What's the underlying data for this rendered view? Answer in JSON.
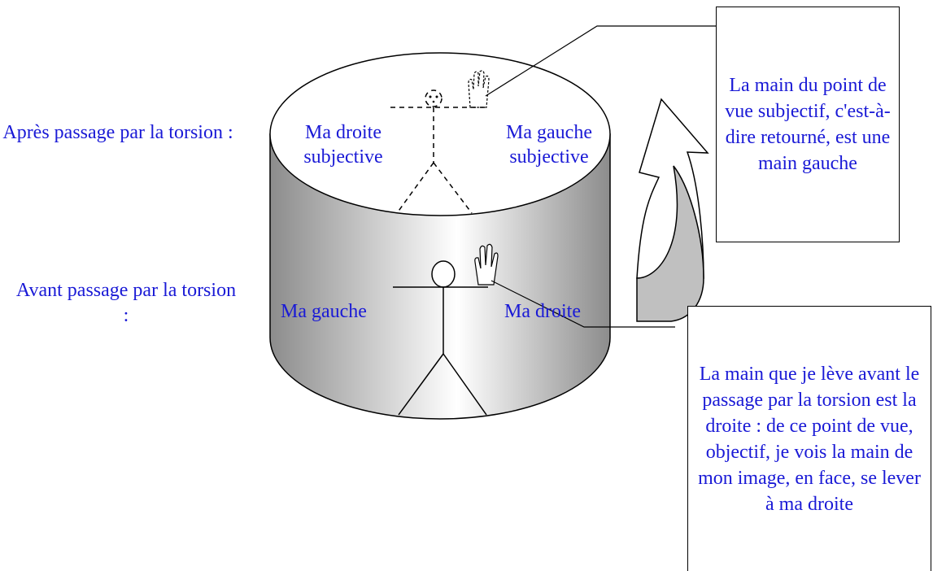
{
  "left_labels": {
    "after": "Après passage par la torsion :",
    "before": "Avant passage par la torsion :"
  },
  "top_face": {
    "right_subjective": "Ma droite subjective",
    "left_subjective": "Ma gauche subjective"
  },
  "side_face": {
    "left": "Ma gauche",
    "right": "Ma droite"
  },
  "callouts": {
    "subjective_hand": "La main du point de vue subjectif, c'est-à-dire retourné, est une main gauche",
    "raised_hand": "La main que je lève avant le passage par la torsion est la droite : de ce point de vue, objectif, je vois la main de mon image, en face, se lever à ma droite"
  },
  "colors": {
    "text": "#1a1ad6",
    "cylinder_dark": "#8c8c8c",
    "cylinder_light": "#ffffff"
  },
  "icons": [
    "stick-figure-dashed",
    "stick-figure-solid",
    "raised-hand-icon",
    "curved-arrow-icon"
  ]
}
